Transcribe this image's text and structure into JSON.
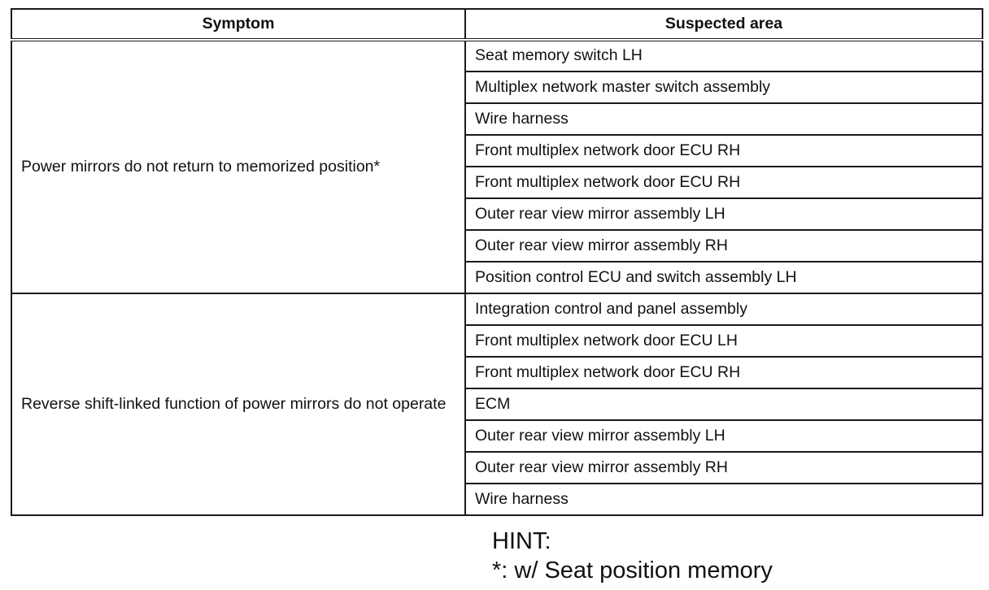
{
  "table": {
    "headers": {
      "symptom": "Symptom",
      "area": "Suspected area"
    },
    "groups": [
      {
        "symptom": "Power mirrors do not return to memorized position*",
        "areas": [
          "Seat memory switch LH",
          "Multiplex network master switch assembly",
          "Wire harness",
          "Front multiplex network door ECU RH",
          "Front multiplex network door ECU RH",
          "Outer rear view mirror assembly LH",
          "Outer rear view mirror assembly RH",
          "Position control ECU and switch assembly LH"
        ]
      },
      {
        "symptom": "Reverse shift-linked function of power mirrors do not operate",
        "areas": [
          "Integration control and panel assembly",
          "Front multiplex network door ECU LH",
          "Front multiplex network door ECU RH",
          "ECM",
          "Outer rear view mirror assembly LH",
          "Outer rear view mirror assembly RH",
          "Wire harness"
        ]
      }
    ]
  },
  "hint": {
    "title": "HINT:",
    "note": "*: w/ Seat position memory"
  }
}
